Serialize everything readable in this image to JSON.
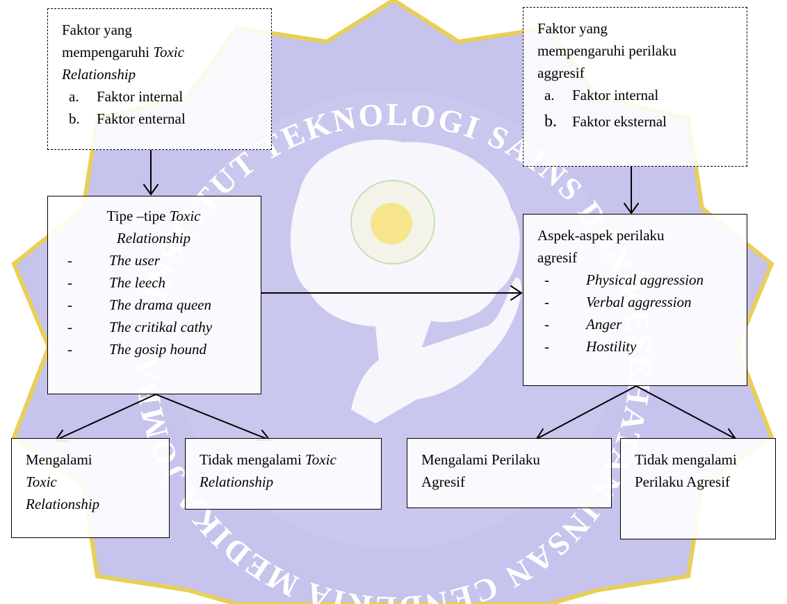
{
  "watermark": {
    "ring_text": "INSTITUT TEKNOLOGI SAINS DAN KESEHATAN INSAN CENDEKIA MEDIKA JOMBANG"
  },
  "colors": {
    "wm_blue": "#c6c3ec",
    "wm_gold": "#f0d54a",
    "wm_edge": "#e9cf57",
    "wm_brain": "#f7f6fc",
    "border": "#000000"
  },
  "boxes": {
    "tr_faktor": {
      "title_1": "Faktor  yang",
      "title_2": "mempengaruhi ",
      "title_2_it": "Toxic",
      "title_3_it": "Relationship",
      "items": [
        {
          "marker": "a.",
          "text": "Faktor internal"
        },
        {
          "marker": "b.",
          "text": "Faktor enternal"
        }
      ]
    },
    "tr_tipe": {
      "title_1": "Tipe –tipe ",
      "title_1_it": "Toxic",
      "title_2_it": "Relationship",
      "items": [
        {
          "marker": "-",
          "text": "The user"
        },
        {
          "marker": "-",
          "text": "The leech"
        },
        {
          "marker": "-",
          "text": "The drama queen"
        },
        {
          "marker": "-",
          "text": "The critikal cathy"
        },
        {
          "marker": "-",
          "text": "The gosip hound"
        }
      ]
    },
    "tr_mengalami": {
      "line_1": "Mengalami",
      "line_2_it": "Toxic",
      "line_3_it": "Relationship"
    },
    "tr_tidak": {
      "line_1": "Tidak mengalami ",
      "line_1_it": "Toxic",
      "line_2_it": "Relationship"
    },
    "ag_faktor": {
      "title_1": "Faktor  yang",
      "title_2": "mempengaruhi perilaku",
      "title_3": "aggresif",
      "items": [
        {
          "marker": "a.",
          "text": "Faktor internal"
        },
        {
          "marker": "b.",
          "text": "Faktor eksternal"
        }
      ]
    },
    "ag_aspek": {
      "title_1": "Aspek-aspek perilaku",
      "title_2": "agresif",
      "items": [
        {
          "marker": "-",
          "text": "Physical aggression"
        },
        {
          "marker": "-",
          "text": "Verbal aggression"
        },
        {
          "marker": "-",
          "text": "Anger"
        },
        {
          "marker": "-",
          "text": "Hostility"
        }
      ]
    },
    "ag_mengalami": {
      "line_1": "Mengalami Perilaku",
      "line_2": "Agresif"
    },
    "ag_tidak": {
      "line_1": "Tidak mengalami",
      "line_2": "Perilaku Agresif"
    }
  }
}
